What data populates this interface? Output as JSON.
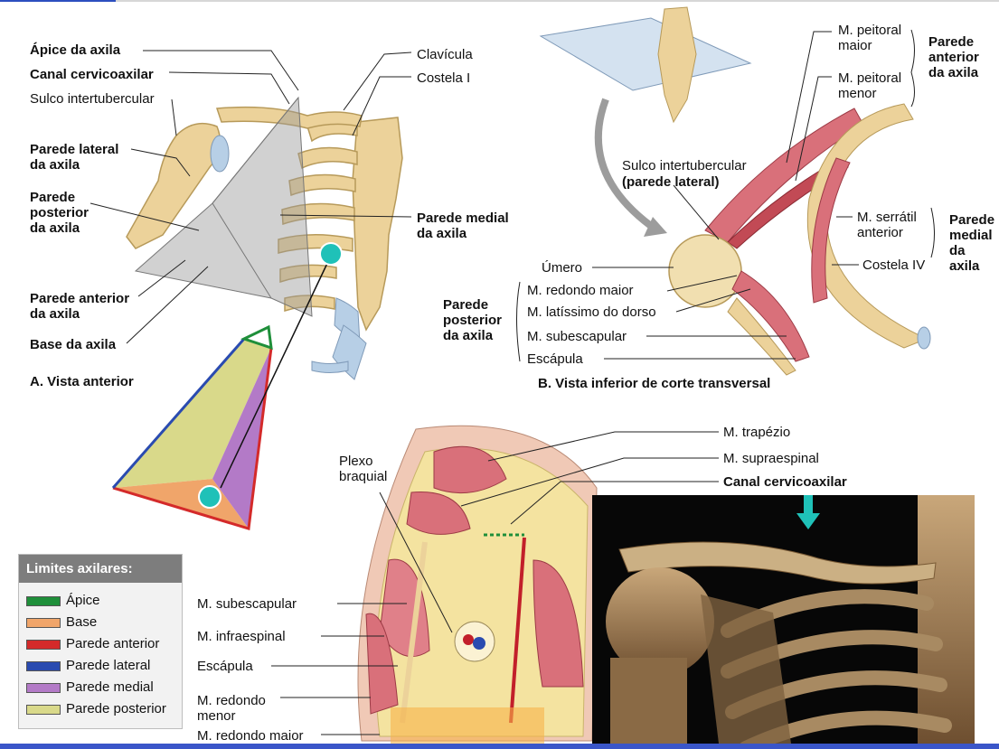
{
  "panel_a": {
    "labels": {
      "apex": "Ápice da axila",
      "canal": "Canal cervicoaxilar",
      "sulco": "Sulco intertubercular",
      "lateral_wall": "Parede lateral\nda axila",
      "posterior_wall": "Parede\nposterior\nda axila",
      "anterior_wall": "Parede anterior\nda axila",
      "base": "Base da axila",
      "clavicle": "Clavícula",
      "rib1": "Costela I",
      "medial_wall": "Parede medial\nda axila"
    },
    "caption": "A. Vista anterior"
  },
  "panel_b": {
    "labels": {
      "pec_major": "M. peitoral\nmaior",
      "pec_minor": "M. peitoral\nmenor",
      "anterior_wall": "Parede\nanterior\nda axila",
      "sulco": "Sulco intertubercular",
      "sulco_note": "(parede lateral)",
      "serratus": "M. serrátil\nanterior",
      "medial_wall": "Parede\nmedial\nda axila",
      "humerus": "Úmero",
      "teres_major": "M. redondo maior",
      "latissimus": "M. latíssimo do dorso",
      "subscapularis": "M. subescapular",
      "scapula": "Escápula",
      "rib4": "Costela IV",
      "posterior_wall": "Parede\nposterior\nda axila"
    },
    "caption": "B. Vista inferior de corte transversal"
  },
  "panel_c": {
    "labels": {
      "trapezius": "M. trapézio",
      "supraspinatus": "M. supraespinal",
      "canal": "Canal cervicoaxilar",
      "plexus": "Plexo\nbraquial",
      "subscapularis": "M. subescapular",
      "infraspinatus": "M. infraespinal",
      "scapula": "Escápula",
      "teres_minor": "M. redondo\nmenor",
      "teres_major": "M. redondo maior"
    }
  },
  "legend": {
    "title": "Limites axilares:",
    "items": [
      {
        "label": "Ápice",
        "color": "#1f8f3a"
      },
      {
        "label": "Base",
        "color": "#f0a56a"
      },
      {
        "label": "Parede anterior",
        "color": "#d42a2a"
      },
      {
        "label": "Parede lateral",
        "color": "#2a4bb0"
      },
      {
        "label": "Parede medial",
        "color": "#b37ac7"
      },
      {
        "label": "Parede posterior",
        "color": "#d9d98a"
      }
    ]
  },
  "colors": {
    "bone": "#ecd29a",
    "muscle": "#d9707a",
    "cartilage": "#b7cfe6",
    "marker": "#1fc1b8",
    "fat": "#f4e3a0"
  }
}
